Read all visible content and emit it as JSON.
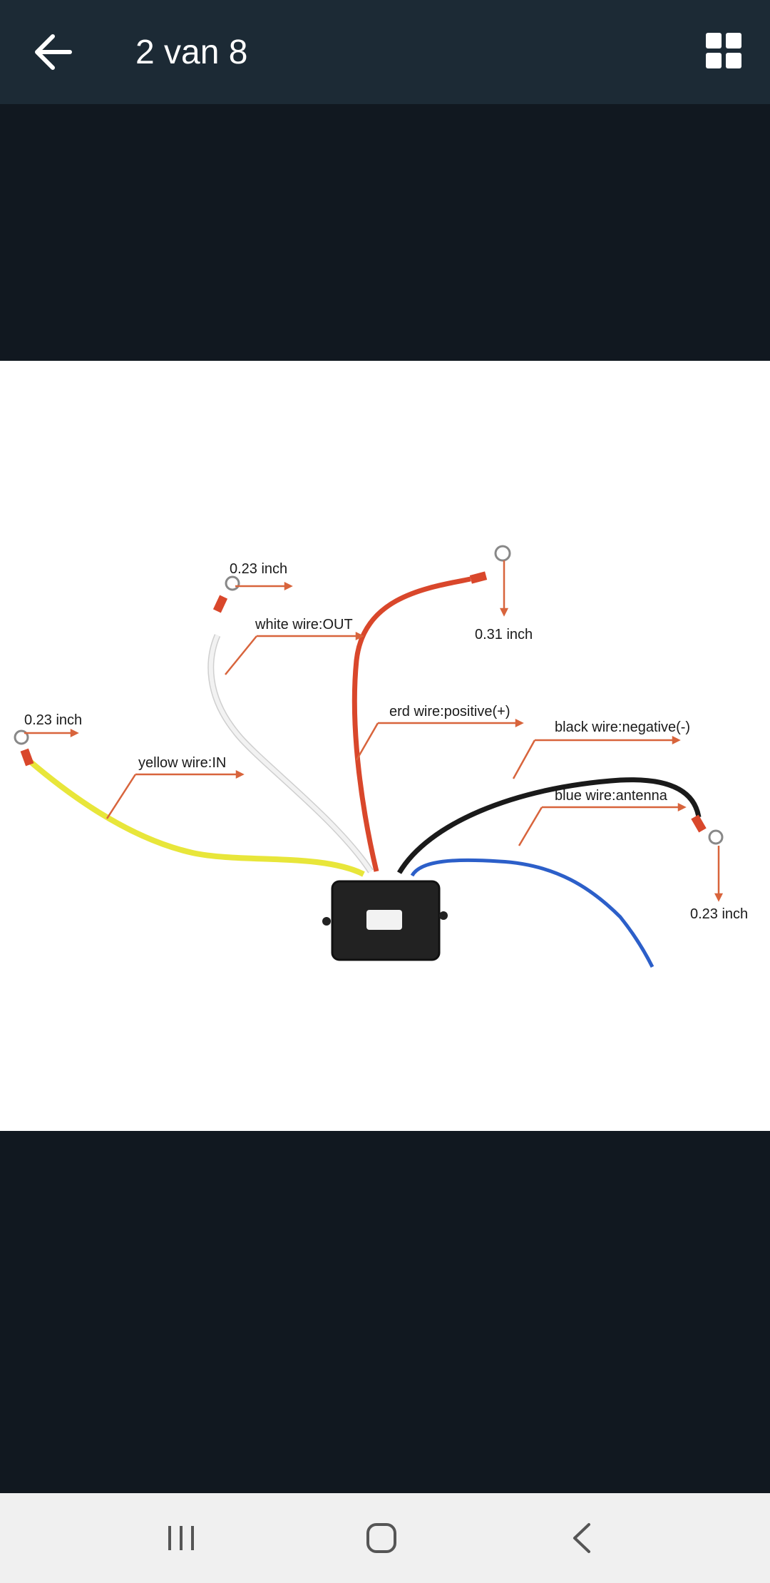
{
  "header": {
    "title": "2 van 8",
    "back_icon": "arrow-left-icon",
    "grid_icon": "grid-icon"
  },
  "image": {
    "labels": {
      "ring_top_white": "0.23 inch",
      "white_wire": "white wire:OUT",
      "ring_top_red": "0.31 inch",
      "ring_left_yellow": "0.23 inch",
      "red_wire": "erd wire:positive(+)",
      "black_wire": "black wire:negative(-)",
      "yellow_wire": "yellow wire:IN",
      "blue_wire": "blue wire:antenna",
      "ring_right_black": "0.23 inch"
    },
    "colors": {
      "white_wire": "#e8e8e8",
      "red_wire": "#d9472b",
      "yellow_wire": "#e8e63a",
      "black_wire": "#1a1a1a",
      "blue_wire": "#2c5fc9",
      "callout": "#d8643c"
    }
  },
  "navbar": {
    "recents_icon": "recents-icon",
    "home_icon": "home-icon",
    "back_icon": "back-chevron-icon"
  }
}
